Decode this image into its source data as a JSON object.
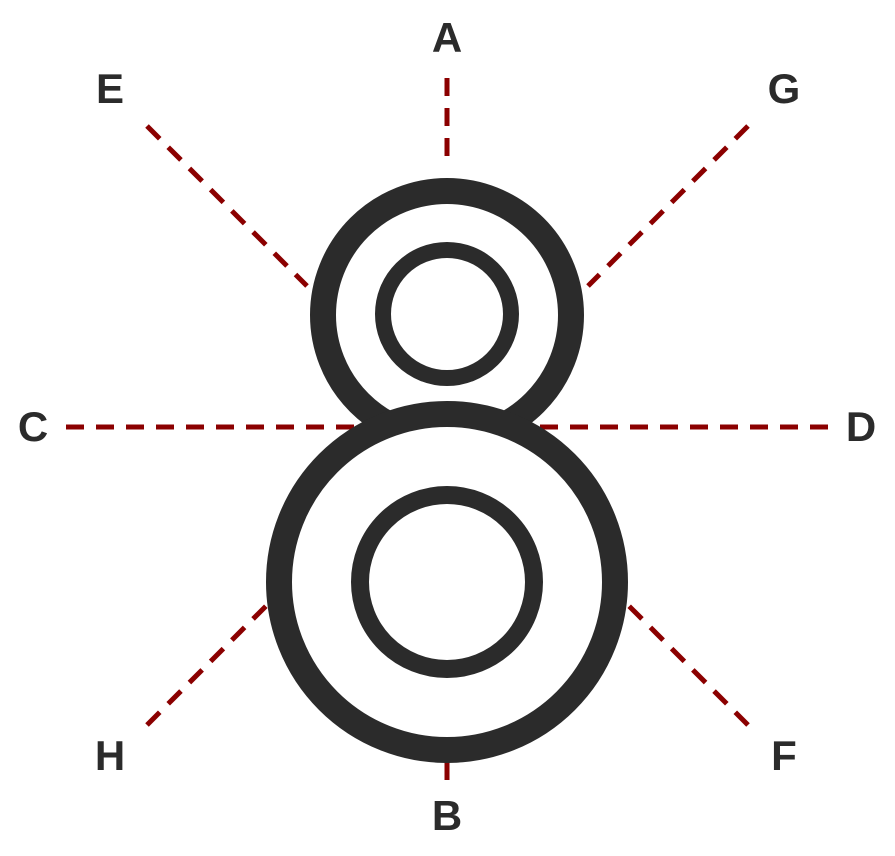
{
  "colors": {
    "line": "#8b0000",
    "ring": "#2b2b2b",
    "background": "#ffffff",
    "text": "#2b2b2b"
  },
  "labels": {
    "a": "A",
    "b": "B",
    "c": "C",
    "d": "D",
    "e": "E",
    "f": "F",
    "g": "G",
    "h": "H"
  }
}
